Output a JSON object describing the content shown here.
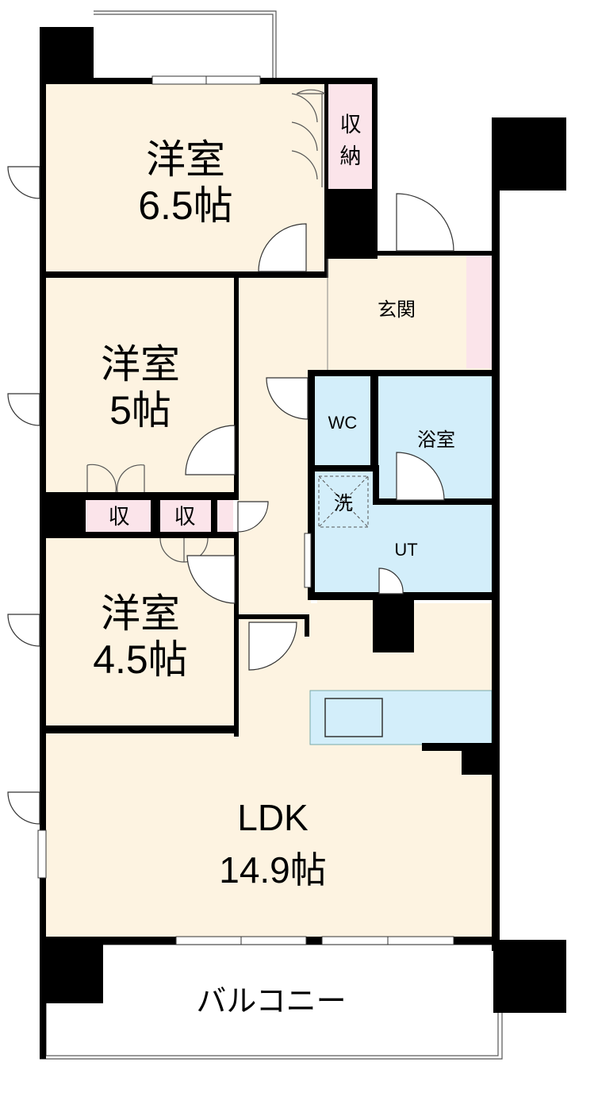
{
  "plan": {
    "rooms": {
      "western_6_5": {
        "name": "洋室",
        "size": "6.5帖"
      },
      "western_5": {
        "name": "洋室",
        "size": "5帖"
      },
      "western_4_5": {
        "name": "洋室",
        "size": "4.5帖"
      },
      "ldk": {
        "name": "LDK",
        "size": "14.9帖"
      },
      "storage_top": {
        "line1": "収",
        "line2": "納"
      },
      "storage_a": "収",
      "storage_b": "収",
      "entrance": "玄関",
      "wc": "WC",
      "bath": "浴室",
      "washer": "洗",
      "utility": "UT",
      "balcony": "バルコニー"
    },
    "colors": {
      "room_beige": "#fdf3e1",
      "wet_blue": "#d3eefa",
      "storage_pink": "#fbe4ea",
      "wall_black": "#000000"
    }
  }
}
